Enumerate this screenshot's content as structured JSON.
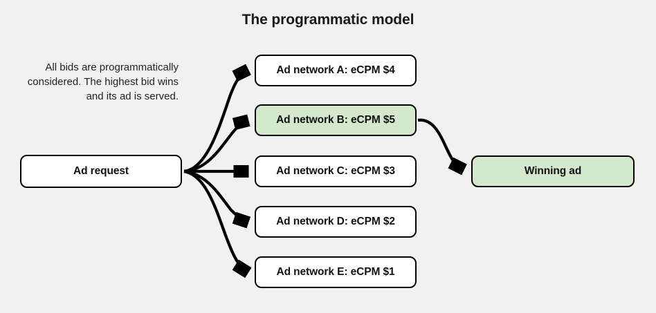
{
  "page": {
    "title": "The programmatic model",
    "background_color": "#f1f1f1"
  },
  "description": {
    "text": "All bids are programmatically considered. The highest bid wins and its ad is served."
  },
  "nodes": {
    "request": {
      "label": "Ad request",
      "fill": "#ffffff"
    },
    "networks": [
      {
        "label": "Ad network A: eCPM $4",
        "fill": "#ffffff",
        "network": "A",
        "ecpm": 4
      },
      {
        "label": "Ad network B: eCPM $5",
        "fill": "#d4e9cb",
        "network": "B",
        "ecpm": 5
      },
      {
        "label": "Ad network C: eCPM $3",
        "fill": "#ffffff",
        "network": "C",
        "ecpm": 3
      },
      {
        "label": "Ad network D: eCPM $2",
        "fill": "#ffffff",
        "network": "D",
        "ecpm": 2
      },
      {
        "label": "Ad network E: eCPM $1",
        "fill": "#ffffff",
        "network": "E",
        "ecpm": 1
      }
    ],
    "winner": {
      "label": "Winning ad",
      "fill": "#d4e9cb"
    }
  },
  "colors": {
    "highlight_green": "#d4e9cb",
    "stroke": "#000000",
    "text": "#111111",
    "background": "#f1f1f1"
  }
}
